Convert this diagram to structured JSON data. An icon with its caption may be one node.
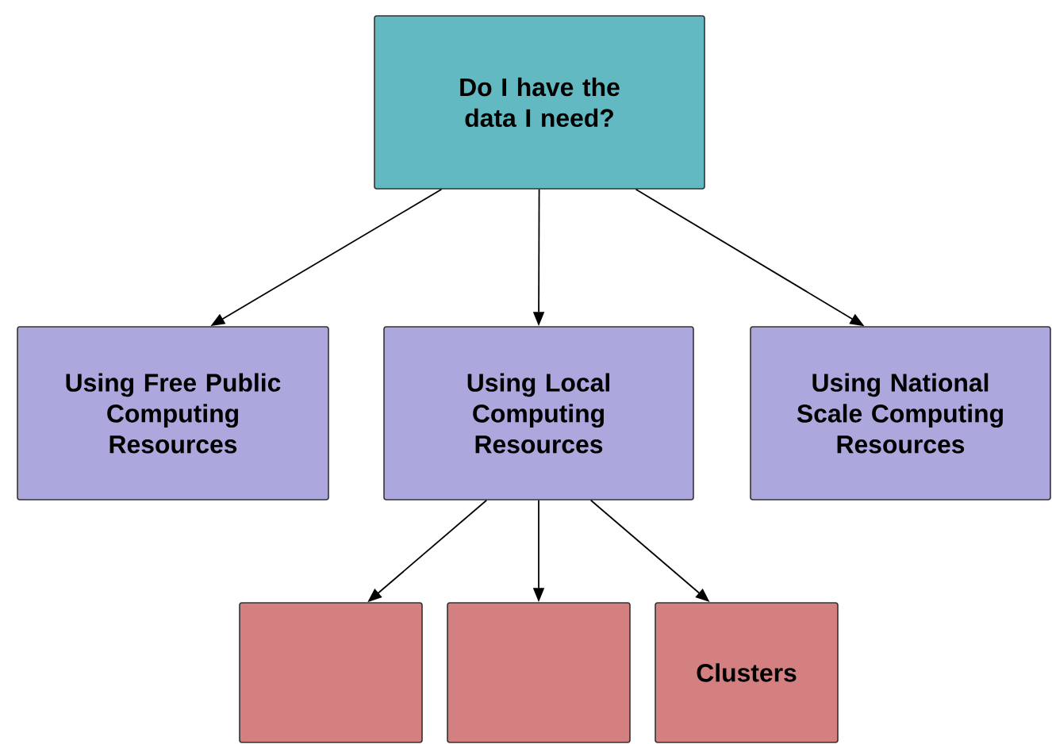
{
  "diagram": {
    "nodes": [
      {
        "text": [
          "Do I have the data I need?"
        ]
      },
      {
        "text": [
          "Using Free Public Computing Resources"
        ]
      },
      {
        "text": [
          "Using Local Computing Resources"
        ]
      },
      {
        "text": [
          "Using National Scale Computing Resources"
        ]
      },
      {
        "text": [],
        "shape": "box"
      },
      {
        "text": [],
        "shape": "box"
      },
      {
        "text": [
          "Clusters"
        ]
      }
    ],
    "edges": [
      {
        "from": 0,
        "to": 1,
        "arrow": "to"
      },
      {
        "from": 0,
        "to": 2,
        "arrow": "to"
      },
      {
        "from": 0,
        "to": 3,
        "arrow": "to"
      },
      {
        "from": 2,
        "to": 4,
        "arrow": "to"
      },
      {
        "from": 2,
        "to": 5,
        "arrow": "to"
      },
      {
        "from": 2,
        "to": 6,
        "arrow": "to"
      }
    ]
  }
}
